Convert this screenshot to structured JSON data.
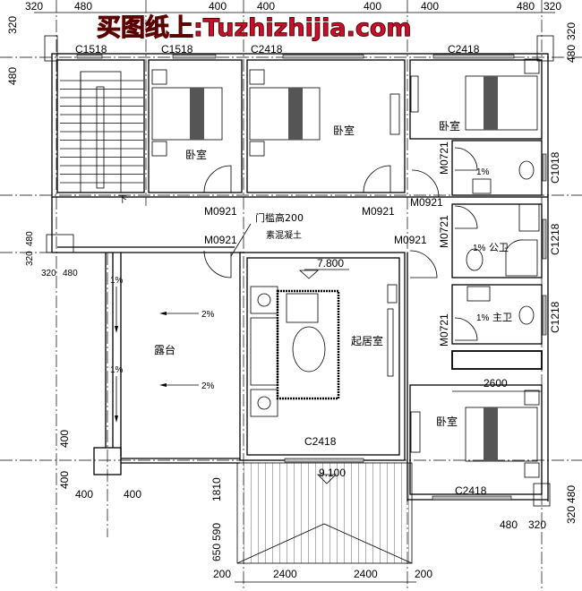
{
  "watermark": "买图纸上:Tuzhizhijia.com",
  "rooms": {
    "bedroom_1": "卧室",
    "bedroom_2": "卧室",
    "bedroom_3": "卧室",
    "bedroom_4": "卧室",
    "living_room": "起居室",
    "terrace": "露台",
    "public_bath": "公卫",
    "master_bath": "主卫",
    "stairs_down": "下"
  },
  "windows": {
    "top_1": "C1518",
    "top_2": "C1518",
    "top_3": "C2418",
    "top_4": "C2418",
    "bath_1": "C1018",
    "bath_2": "C1218",
    "bath_3": "C1218",
    "living_bottom": "C2418",
    "bedroom_bottom": "C2418"
  },
  "doors": {
    "bedroom_1": "M0921",
    "bedroom_2": "M0921",
    "bedroom_3": "M0921",
    "corridor_left": "M0921",
    "corridor_right": "M0921",
    "bath_1": "M0721",
    "bath_2": "M0721",
    "bath_3": "M0721"
  },
  "notes": {
    "threshold": "门槛高200",
    "concrete": "素混凝土"
  },
  "elevations": {
    "floor": "7.800",
    "roof": "9.100"
  },
  "slopes": {
    "terrace_1": "2%",
    "terrace_2": "2%",
    "gutter_1": "1%",
    "gutter_2": "1%",
    "bath_1": "1%",
    "bath_2": "1%",
    "bath_3": "1%"
  },
  "dimensions": {
    "top": [
      "320",
      "480",
      "400",
      "400",
      "400",
      "400",
      "480",
      "320"
    ],
    "left_top": [
      "320",
      "480"
    ],
    "right_top": [
      "480",
      "320"
    ],
    "terrace_corner": [
      "320",
      "480",
      "320",
      "480"
    ],
    "column": [
      "400",
      "400",
      "400",
      "400"
    ],
    "porch_side": [
      "1810",
      "590",
      "650"
    ],
    "bottom": [
      "200",
      "2400",
      "2400",
      "200"
    ],
    "right_bottom": [
      "480",
      "320",
      "320",
      "480"
    ],
    "wardrobe": "2600"
  }
}
